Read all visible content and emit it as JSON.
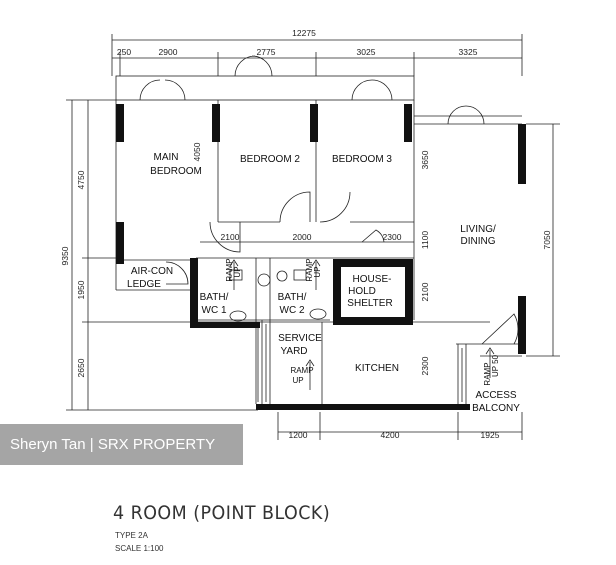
{
  "dimensions": {
    "overall_width": "12275",
    "top_segments": [
      "250",
      "2900",
      "2775",
      "3025",
      "3325"
    ],
    "bottom_segments": [
      "1200",
      "4200",
      "1925"
    ],
    "left_outer": "9350",
    "left_segments": [
      "4750",
      "1950",
      "2650"
    ],
    "right_living": "7050",
    "internal": {
      "bed_height": "4050",
      "bed3_height": "3650",
      "corridor_left": "2100",
      "corridor_mid": "2000",
      "corridor_right": "2300",
      "corridor_height": "1100",
      "shelter_height": "2100",
      "kitchen_height": "2300"
    }
  },
  "rooms": {
    "main_bedroom": [
      "MAIN",
      "BEDROOM"
    ],
    "bedroom_2": "BEDROOM 2",
    "bedroom_3": "BEDROOM 3",
    "living_dining": [
      "LIVING/",
      "DINING"
    ],
    "aircon_ledge": [
      "AIR-CON",
      "LEDGE"
    ],
    "bath_wc_1": [
      "BATH/",
      "WC 1"
    ],
    "bath_wc_2": [
      "BATH/",
      "WC 2"
    ],
    "household_shelter": [
      "HOUSE-",
      "HOLD",
      "SHELTER"
    ],
    "service_yard": [
      "SERVICE",
      "YARD"
    ],
    "kitchen": "KITCHEN",
    "access_balcony": [
      "ACCESS",
      "BALCONY"
    ]
  },
  "ramps": {
    "ramp_up": [
      "RAMP",
      "UP"
    ],
    "ramp_up_50": [
      "RAMP",
      "UP 50"
    ]
  },
  "watermark": "Sheryn Tan | SRX PROPERTY",
  "title": "4 ROOM (POINT BLOCK)",
  "type_label": "TYPE 2A",
  "scale_label": "SCALE 1:100"
}
